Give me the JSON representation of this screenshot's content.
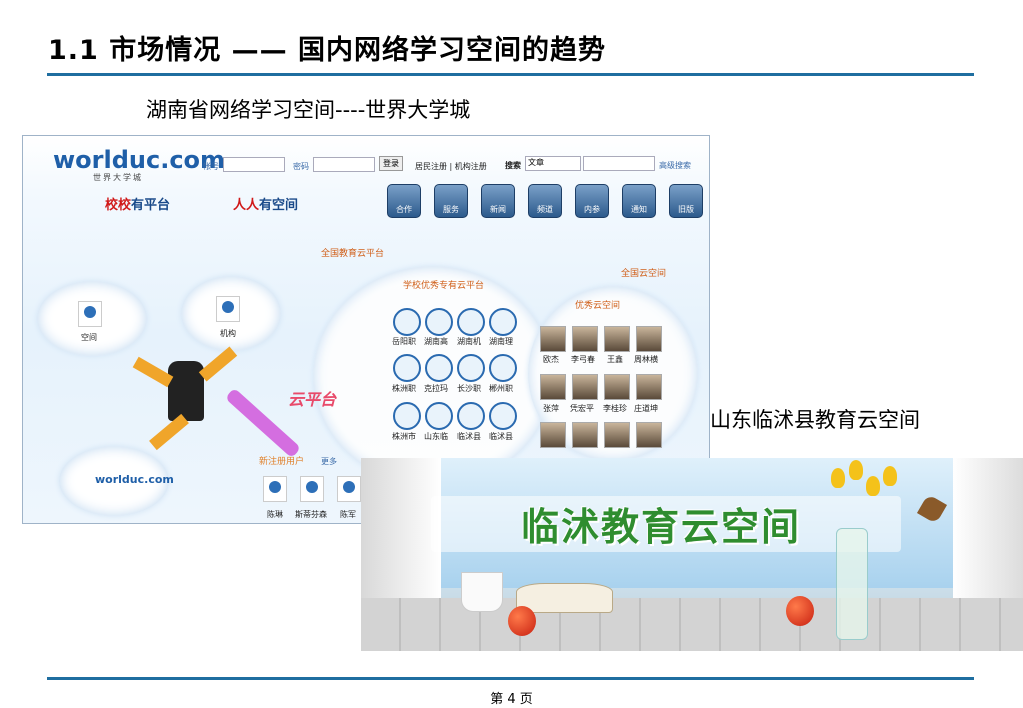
{
  "slide": {
    "title": "1.1 市场情况 —— 国内网络学习空间的趋势",
    "subtitle": "湖南省网络学习空间----世界大学城",
    "second_label": "山东临沭县教育云空间",
    "page_number": "第 4 页"
  },
  "worlduc": {
    "logo": "worlduc.com",
    "logo_sub": "世界大学城",
    "account_label": "帐号",
    "password_label": "密码",
    "login_button": "登录",
    "register_links": "居民注册 | 机构注册",
    "search_label": "搜索",
    "search_select": "文章",
    "advanced_search": "高级搜索",
    "slogan_left_red": "校校",
    "slogan_left_blue": "有平台",
    "slogan_right_red": "人人",
    "slogan_right_blue": "有空间",
    "nav_icons": [
      "合作",
      "服务",
      "新闻",
      "频道",
      "内参",
      "通知",
      "旧版"
    ],
    "cloud_labels": {
      "national": "全国教育云平台",
      "school": "学校优秀专有云平台",
      "global": "全国云空间",
      "excellent": "优秀云空间",
      "center": "云平台",
      "space": "空间",
      "org": "机构",
      "new_users": "新注册用户",
      "more": "更多"
    },
    "schools": [
      "岳阳职",
      "湖南高",
      "湖南机",
      "湖南理",
      "株洲职",
      "克拉玛",
      "长沙职",
      "郴州职",
      "株洲市",
      "山东临",
      "临沭县",
      "临沭县"
    ],
    "people": [
      "欧杰",
      "李弓春",
      "王鑫",
      "周林横",
      "张萍",
      "凭宏平",
      "李桂珍",
      "庄道坤"
    ],
    "new_users": [
      "陈琳",
      "斯蒂芬森",
      "陈军"
    ]
  },
  "linshu": {
    "title": "临沭教育云空间"
  },
  "colors": {
    "rule": "#1f6ea0",
    "banner_text": "#2f8d2f"
  }
}
